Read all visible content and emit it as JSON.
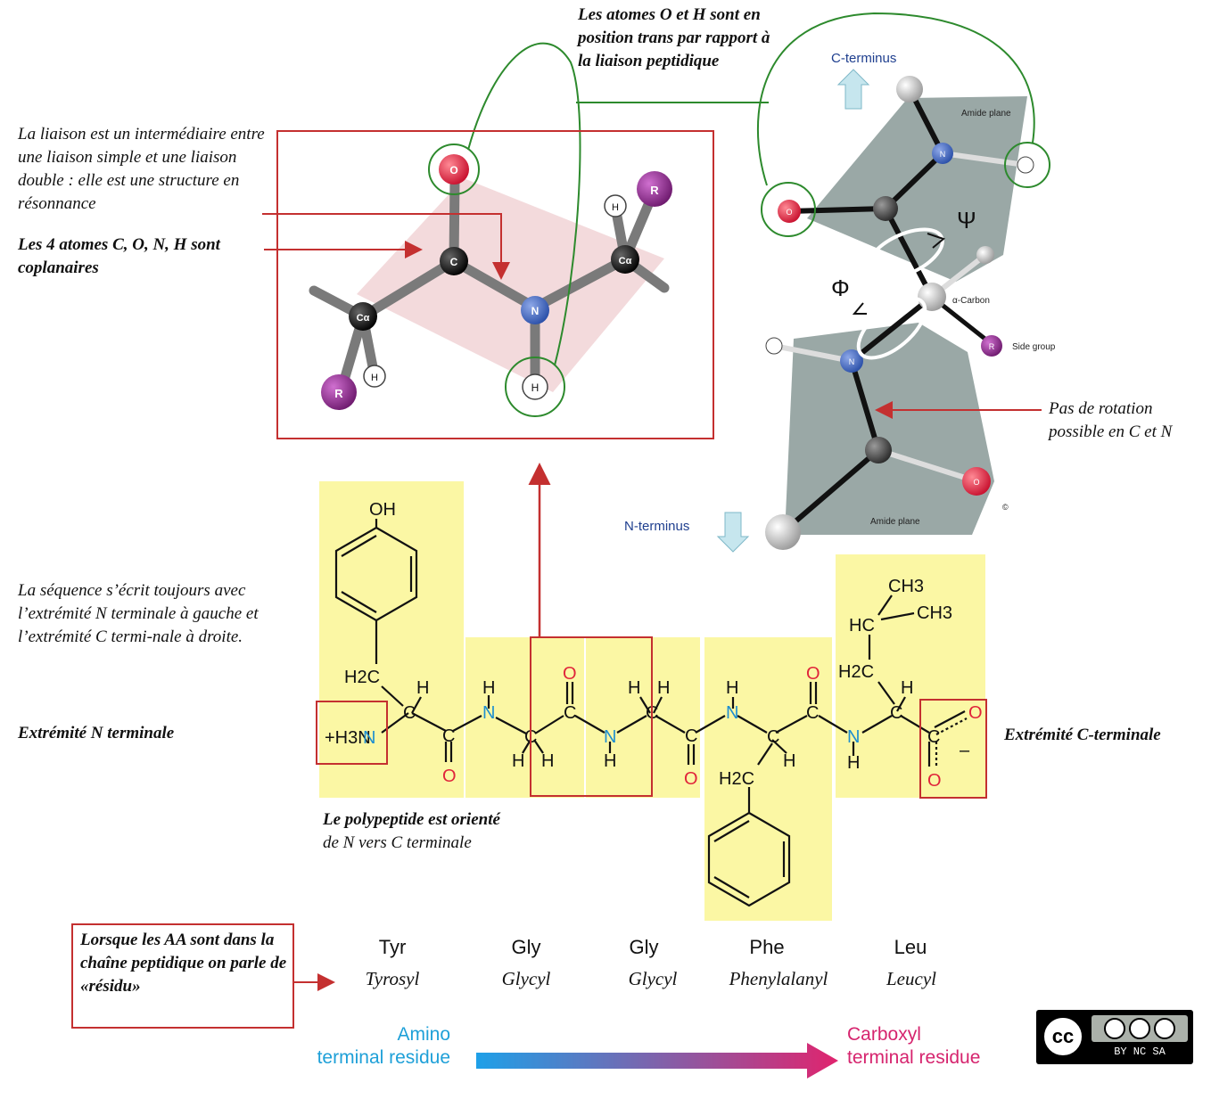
{
  "annotations": {
    "trans": "Les atomes O et H sont en position trans par rapport à la liaison peptidique",
    "resonance": "La liaison est un intermédiaire entre une liaison simple et une liaison double : elle est une structure en résonnance",
    "coplanar": "Les 4 atomes C, O, N, H sont coplanaires",
    "rotation": "Pas de rotation possible en C et N",
    "sequence": "La séquence s’écrit toujours avec l’extrémité N terminale à gauche et l’extrémité C termi-nale à droite.",
    "n_end": "Extrémité N terminale",
    "c_end": "Extrémité C-terminale",
    "oriented_bold": "Le polypeptide est orienté",
    "oriented_rest": "de N vers C terminale",
    "residue": "Lorsque les AA sont dans la chaîne peptidique on parle de «résidu»"
  },
  "model": {
    "c_terminus": "C-terminus",
    "n_terminus": "N-terminus",
    "amide_plane": "Amide plane",
    "alpha_carbon": "α-Carbon",
    "side_group": "Side group",
    "psi": "Ψ",
    "phi": "Φ",
    "atoms": {
      "O": "O",
      "C": "C",
      "N": "N",
      "H": "H",
      "R": "R",
      "Ca": "Cα"
    }
  },
  "structure": {
    "OH": "OH",
    "CH3": "CH3",
    "HC": "HC",
    "H2C": "H2C",
    "H": "H",
    "N": "N",
    "C": "C",
    "O": "O",
    "NH3plus": "+H3N",
    "minus": "–"
  },
  "residues": [
    {
      "abbr": "Tyr",
      "name": "Tyrosyl"
    },
    {
      "abbr": "Gly",
      "name": "Glycyl"
    },
    {
      "abbr": "Gly",
      "name": "Glycyl"
    },
    {
      "abbr": "Phe",
      "name": "Phenylalanyl"
    },
    {
      "abbr": "Leu",
      "name": "Leucyl"
    }
  ],
  "terminal": {
    "amino_1": "Amino",
    "amino_2": "terminal residue",
    "carboxyl_1": "Carboxyl",
    "carboxyl_2": "terminal residue"
  },
  "license": {
    "cc": "cc",
    "parts": "BY  NC  SA"
  },
  "colors": {
    "frame": "#c43030",
    "green": "#2d8a2d",
    "yellow": "#fbf7a4",
    "oxygen": "#e0243a",
    "nitrogen": "#2a4fa8",
    "rgroup": "#8b2a8b",
    "plane": "#8f9e9c",
    "amino": "#1ea0d8",
    "carboxyl": "#d6246e"
  }
}
